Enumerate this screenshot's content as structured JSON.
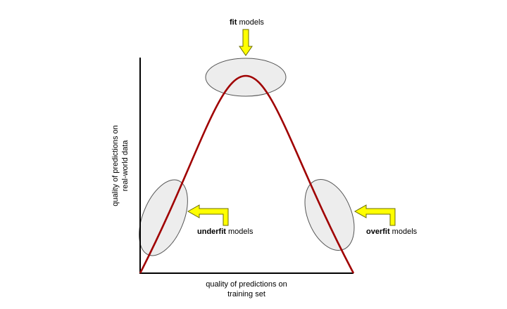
{
  "labels": {
    "fit": {
      "strong": "fit",
      "rest": " models"
    },
    "underfit": {
      "strong": "underfit",
      "rest": " models"
    },
    "overfit": {
      "strong": "overfit",
      "rest": " models"
    }
  },
  "axes": {
    "x_line1": "quality of predictions on",
    "x_line2": "training set",
    "y_line1": "quality of predictions on",
    "y_line2": "real-world data"
  },
  "colors": {
    "curve": "#a00000",
    "arrow_fill": "#ffff00",
    "arrow_stroke": "#6b6b00",
    "ellipse_fill": "#ededed",
    "ellipse_stroke": "#555555",
    "axis": "#000000"
  }
}
